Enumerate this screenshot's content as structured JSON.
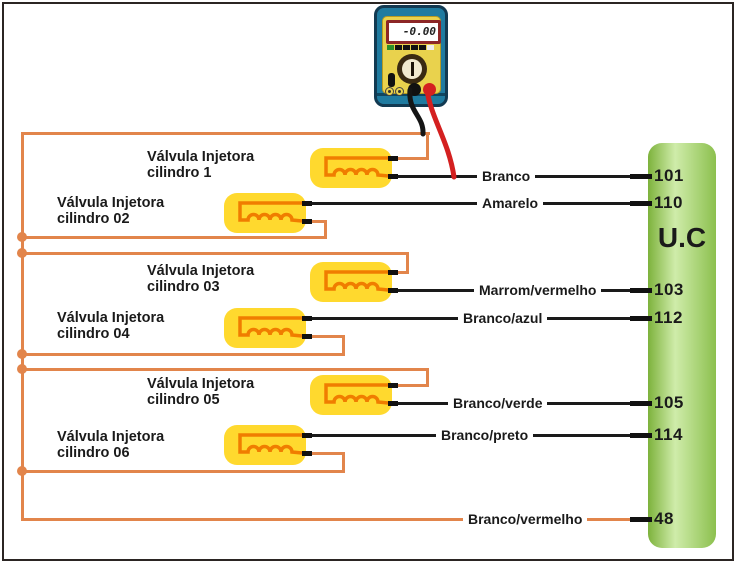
{
  "multimeter": {
    "display_value": "-0.00"
  },
  "injectors": [
    {
      "label_line1": "Válvula Injetora",
      "label_line2": "cilindro 1"
    },
    {
      "label_line1": "Válvula Injetora",
      "label_line2": "cilindro 02"
    },
    {
      "label_line1": "Válvula Injetora",
      "label_line2": "cilindro 03"
    },
    {
      "label_line1": "Válvula Injetora",
      "label_line2": "cilindro 04"
    },
    {
      "label_line1": "Válvula Injetora",
      "label_line2": "cilindro 05"
    },
    {
      "label_line1": "Válvula Injetora",
      "label_line2": "cilindro 06"
    }
  ],
  "wires": [
    {
      "label": "Branco",
      "pin": "101"
    },
    {
      "label": "Amarelo",
      "pin": "110"
    },
    {
      "label": "Marrom/vermelho",
      "pin": "103"
    },
    {
      "label": "Branco/azul",
      "pin": "112"
    },
    {
      "label": "Branco/verde",
      "pin": "105"
    },
    {
      "label": "Branco/preto",
      "pin": "114"
    },
    {
      "label": "Branco/vermelho",
      "pin": "48"
    }
  ],
  "control_unit": {
    "label": "U.C"
  },
  "colors": {
    "supply_wire": "#e2854b",
    "signal_wire": "#1a1a1a",
    "injector_body": "#ffd92e",
    "injector_coil": "#f07d00",
    "control_unit_green": "#8cc04e",
    "probe_red": "#d42020",
    "probe_black": "#151515",
    "multimeter_body": "#1f7ba0",
    "multimeter_panel": "#e9d24d"
  }
}
